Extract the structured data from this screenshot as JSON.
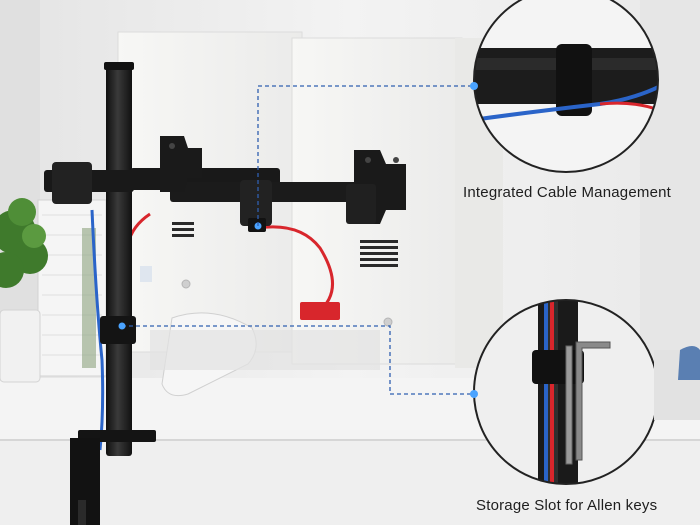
{
  "callouts": [
    {
      "id": "cable-management",
      "label": "Integrated Cable Management"
    },
    {
      "id": "storage-slot",
      "label": "Storage Slot for Allen keys"
    }
  ],
  "colors": {
    "background": "#ececec",
    "desk": "#f4f4f4",
    "monitor_back": "#f2f2f0",
    "mount_black": "#1b1b1b",
    "cable_red": "#d8262c",
    "cable_blue": "#2a64c9",
    "callout_ring": "#222222",
    "leader_line": "#2f5fb0"
  }
}
